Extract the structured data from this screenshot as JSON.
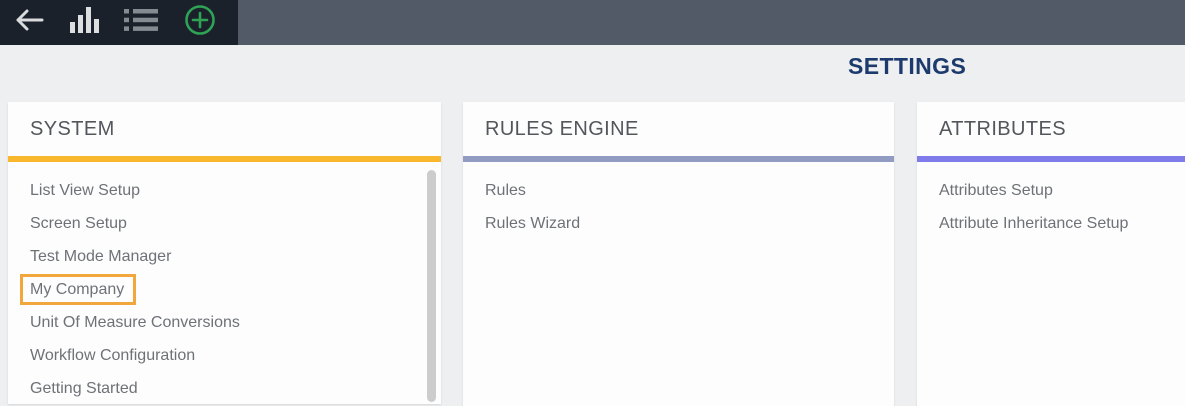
{
  "toolbar": {
    "icons": [
      {
        "name": "back-arrow-icon"
      },
      {
        "name": "bar-chart-icon"
      },
      {
        "name": "list-view-icon"
      },
      {
        "name": "add-circle-icon"
      }
    ]
  },
  "header": {
    "title": "SETTINGS"
  },
  "cards": [
    {
      "title": "SYSTEM",
      "accent_color": "#f9b72e",
      "items": [
        "List View Setup",
        "Screen Setup",
        "Test Mode Manager",
        "My Company",
        "Unit Of Measure Conversions",
        "Workflow Configuration",
        "Getting Started"
      ],
      "highlighted_item": "My Company",
      "highlight_color": "#f2a73c",
      "scrollbar": true
    },
    {
      "title": "RULES ENGINE",
      "accent_color": "#929cc2",
      "items": [
        "Rules",
        "Rules Wizard"
      ],
      "scrollbar": false
    },
    {
      "title": "ATTRIBUTES",
      "accent_color": "#7f7bea",
      "items": [
        "Attributes Setup",
        "Attribute Inheritance Setup"
      ],
      "scrollbar": false
    }
  ],
  "colors": {
    "topbar_left_bg": "#1a212b",
    "topbar_right_bg": "#525a68",
    "page_bg": "#edeff0",
    "card_bg": "#fdfdfe",
    "card_title_text": "#53575c",
    "item_text": "#6e7277",
    "settings_text": "#1c3a6d",
    "icon_light": "#d9dbdd",
    "icon_gray": "#868b92",
    "icon_green": "#2fa254",
    "scrollbar_thumb": "#cccccc"
  }
}
